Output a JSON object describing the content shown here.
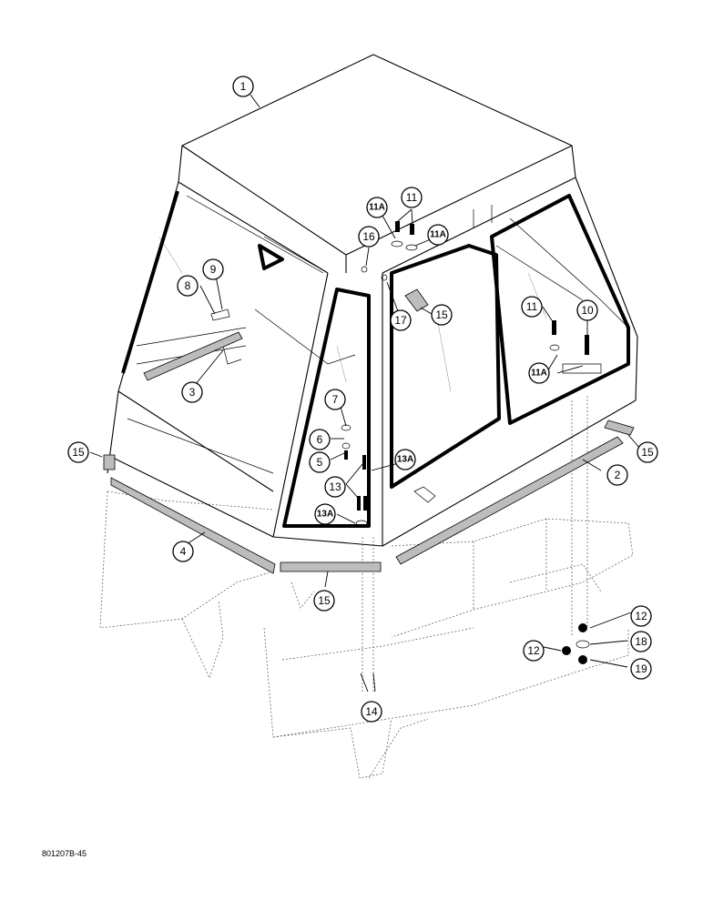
{
  "drawing_code": "801207B-45",
  "callouts": [
    {
      "label": "1"
    },
    {
      "label": "2"
    },
    {
      "label": "3"
    },
    {
      "label": "4"
    },
    {
      "label": "5"
    },
    {
      "label": "6"
    },
    {
      "label": "7"
    },
    {
      "label": "8"
    },
    {
      "label": "9"
    },
    {
      "label": "10"
    },
    {
      "label": "11"
    },
    {
      "label": "11"
    },
    {
      "label": "11A"
    },
    {
      "label": "11A"
    },
    {
      "label": "11A"
    },
    {
      "label": "12"
    },
    {
      "label": "12"
    },
    {
      "label": "13"
    },
    {
      "label": "13A"
    },
    {
      "label": "13A"
    },
    {
      "label": "14"
    },
    {
      "label": "15"
    },
    {
      "label": "15"
    },
    {
      "label": "15"
    },
    {
      "label": "15"
    },
    {
      "label": "16"
    },
    {
      "label": "17"
    },
    {
      "label": "18"
    },
    {
      "label": "19"
    }
  ]
}
